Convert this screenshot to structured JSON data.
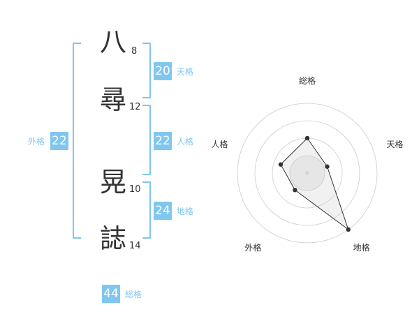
{
  "name": {
    "chars": [
      {
        "char": "八",
        "strokes": "8"
      },
      {
        "char": "尋",
        "strokes": "12"
      },
      {
        "char": "晃",
        "strokes": "10"
      },
      {
        "char": "誌",
        "strokes": "14"
      }
    ]
  },
  "fortunes": {
    "tenkaku": {
      "value": "20",
      "label": "天格"
    },
    "jinkaku": {
      "value": "22",
      "label": "人格"
    },
    "chikaku": {
      "value": "24",
      "label": "地格"
    },
    "gaikaku": {
      "value": "22",
      "label": "外格"
    },
    "soukaku": {
      "value": "44",
      "label": "総格"
    }
  },
  "colors": {
    "accent": "#7fc7ef",
    "text": "#333333",
    "grid": "#cccccc"
  },
  "chart_data": {
    "type": "radar",
    "categories": [
      "総格",
      "天格",
      "地格",
      "外格",
      "人格"
    ],
    "values": [
      0.5,
      0.3,
      1.0,
      0.3,
      0.4
    ],
    "grid_rings": 4
  }
}
